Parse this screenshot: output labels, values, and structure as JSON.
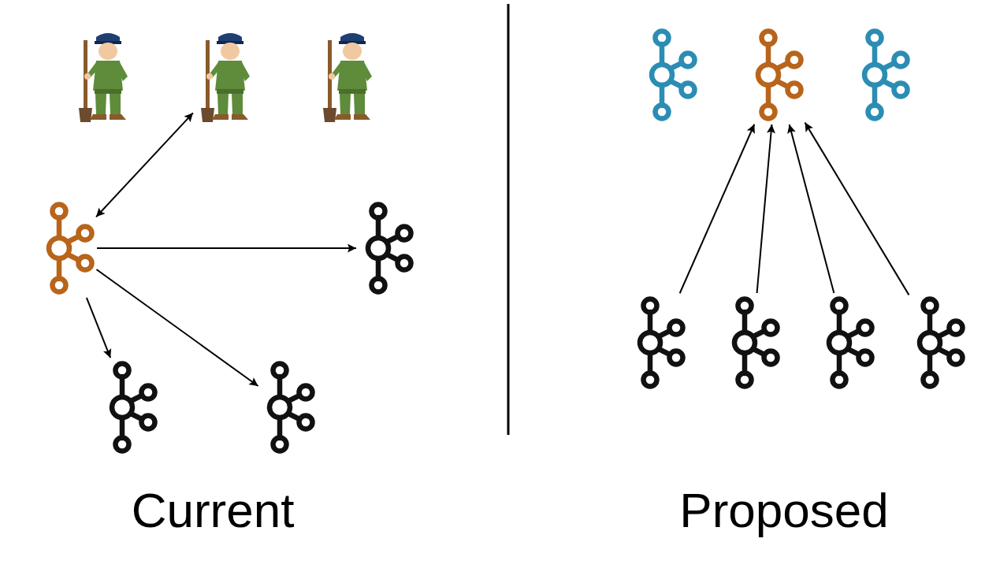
{
  "diagram": {
    "nodes": [
      {
        "text": []
      },
      {
        "text": []
      },
      {
        "text": []
      },
      {
        "text": []
      },
      {
        "text": []
      },
      {
        "text": []
      },
      {
        "text": []
      },
      {
        "text": []
      },
      {
        "text": []
      },
      {
        "text": []
      },
      {
        "text": []
      },
      {
        "text": []
      },
      {
        "text": []
      },
      {
        "text": []
      }
    ],
    "edges": [
      {
        "from": 1,
        "to": 3,
        "arrow": "both"
      },
      {
        "from": 3,
        "to": 4,
        "arrow": "to"
      },
      {
        "from": 3,
        "to": 5,
        "arrow": "to"
      },
      {
        "from": 3,
        "to": 6,
        "arrow": "to"
      },
      {
        "from": 10,
        "to": 8,
        "arrow": "to"
      },
      {
        "from": 11,
        "to": 8,
        "arrow": "to"
      },
      {
        "from": 12,
        "to": 8,
        "arrow": "to"
      },
      {
        "from": 13,
        "to": 8,
        "arrow": "to"
      }
    ],
    "labels": [
      "Current",
      "Proposed"
    ]
  }
}
